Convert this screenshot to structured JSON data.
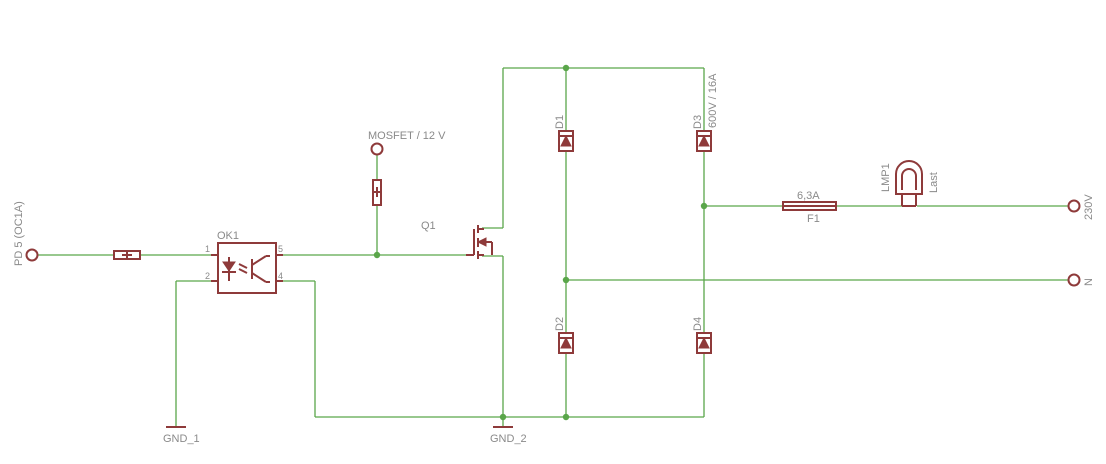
{
  "labels": {
    "pd5": "PD 5 (OC1A)",
    "ok1": "OK1",
    "pin1": "1",
    "pin2": "2",
    "pin4": "4",
    "pin5": "5",
    "mosfet_supply": "MOSFET / 12 V",
    "q1": "Q1",
    "gnd1": "GND_1",
    "gnd2": "GND_2",
    "d1": "D1",
    "d2": "D2",
    "d3": "D3",
    "d4": "D4",
    "diode_rating": "600V / 16A",
    "fuse_value": "6,3A",
    "f1": "F1",
    "lmp1": "LMP1",
    "last": "Last",
    "v230": "230V",
    "n": "N"
  },
  "colors": {
    "wire": "#5aa64a",
    "symbol": "#8e3a3a",
    "label": "#8a8a8a"
  }
}
